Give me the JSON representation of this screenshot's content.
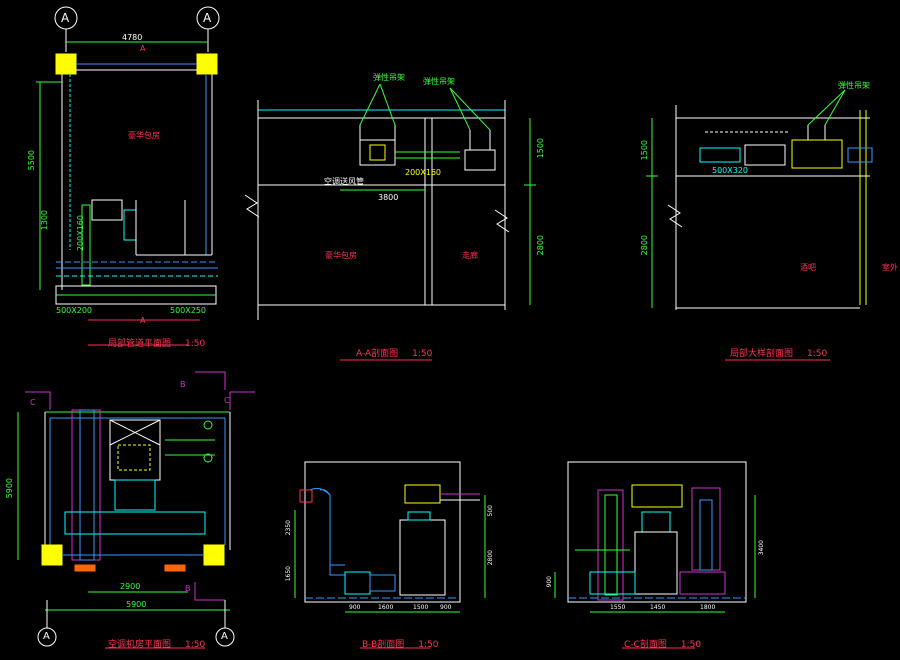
{
  "axis_label": "A",
  "section_marks": {
    "a": "A",
    "b": "B",
    "c": "C"
  },
  "plan_top": {
    "dim_width": "4780",
    "dim_height": "5500",
    "dim_low": "1300",
    "room": "豪华包房",
    "duct_left": "500X200",
    "duct_right": "500X250",
    "duct_vert": "200X160",
    "title": "局部管道平面图",
    "scale": "1:50"
  },
  "section_aa": {
    "hanger_left": "弹性吊架",
    "hanger_right": "弹性吊架",
    "dim_span": "3800",
    "dim_right_top": "1500",
    "dim_right_low": "2800",
    "duct": "200X160",
    "note": "空调送风管",
    "room_left": "豪华包房",
    "room_right": "走廊",
    "title": "A-A剖面图",
    "scale": "1:50"
  },
  "section_right": {
    "hanger": "弹性吊架",
    "duct": "500X320",
    "dim_top": "1500",
    "dim_low": "2800",
    "room": "酒吧",
    "outdoor": "室外",
    "title": "局部大样剖面图",
    "scale": "1:50"
  },
  "plan_room": {
    "dim_height": "5900",
    "dim_inner": "2900",
    "dim_width": "5900",
    "title": "空调机房平面图",
    "scale": "1:50"
  },
  "section_bb": {
    "dims_bottom": [
      "900",
      "1600",
      "1500",
      "900"
    ],
    "dims_left": [
      "2350",
      "1650"
    ],
    "dims_right": [
      "500",
      "2800"
    ],
    "title": "B-B剖面图",
    "scale": "1:50"
  },
  "section_cc": {
    "dims_bottom": [
      "1550",
      "1450",
      "1800"
    ],
    "dim_left": "900",
    "dim_right": "3400",
    "title": "C-C剖面图",
    "scale": "1:50"
  }
}
